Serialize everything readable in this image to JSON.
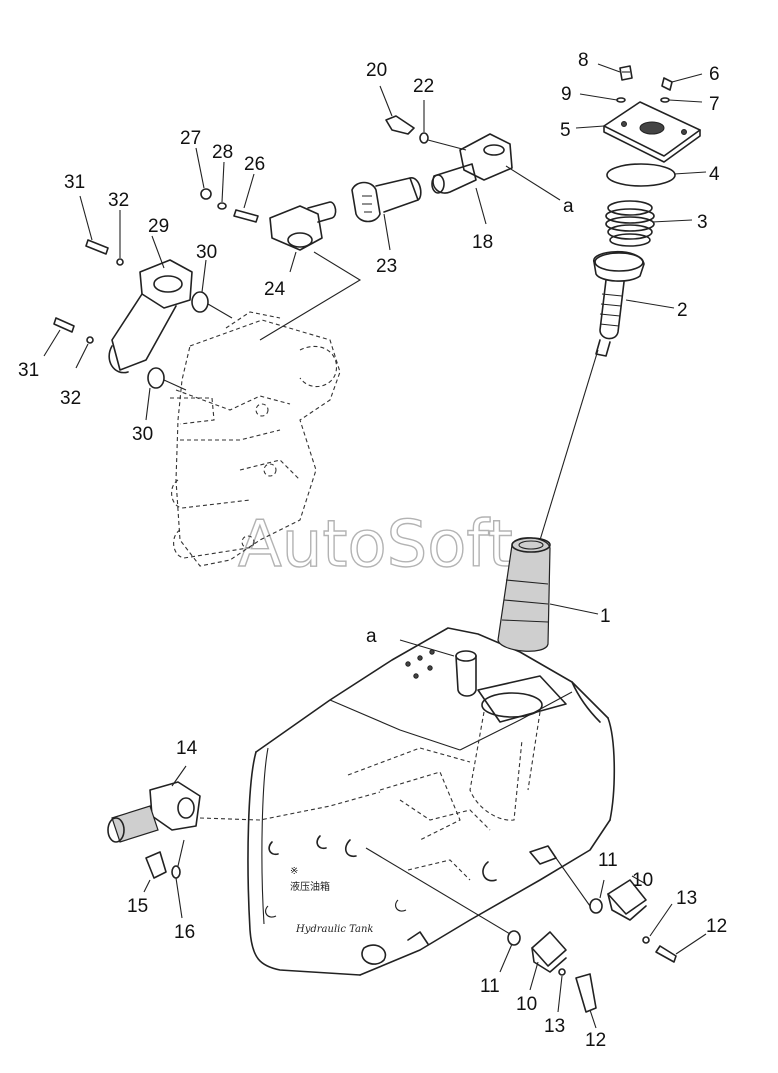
{
  "watermark": "AutoSoft",
  "tank_text": {
    "line1": "※",
    "line2": "液压油箱",
    "line3": "Hydraulic Tank"
  },
  "callouts": {
    "c1": "1",
    "c2": "2",
    "c3": "3",
    "c4": "4",
    "c5": "5",
    "c6": "6",
    "c7": "7",
    "c8": "8",
    "c9": "9",
    "c10a": "10",
    "c10b": "10",
    "c11a": "11",
    "c11b": "11",
    "c12a": "12",
    "c12b": "12",
    "c13a": "13",
    "c13b": "13",
    "c14": "14",
    "c15": "15",
    "c16": "16",
    "c18": "18",
    "c20": "20",
    "c22": "22",
    "c23": "23",
    "c24": "24",
    "c26": "26",
    "c27": "27",
    "c28": "28",
    "c29": "29",
    "c30a": "30",
    "c30b": "30",
    "c31a": "31",
    "c31b": "31",
    "c32a": "32",
    "c32b": "32",
    "ca1": "a",
    "ca2": "a"
  }
}
